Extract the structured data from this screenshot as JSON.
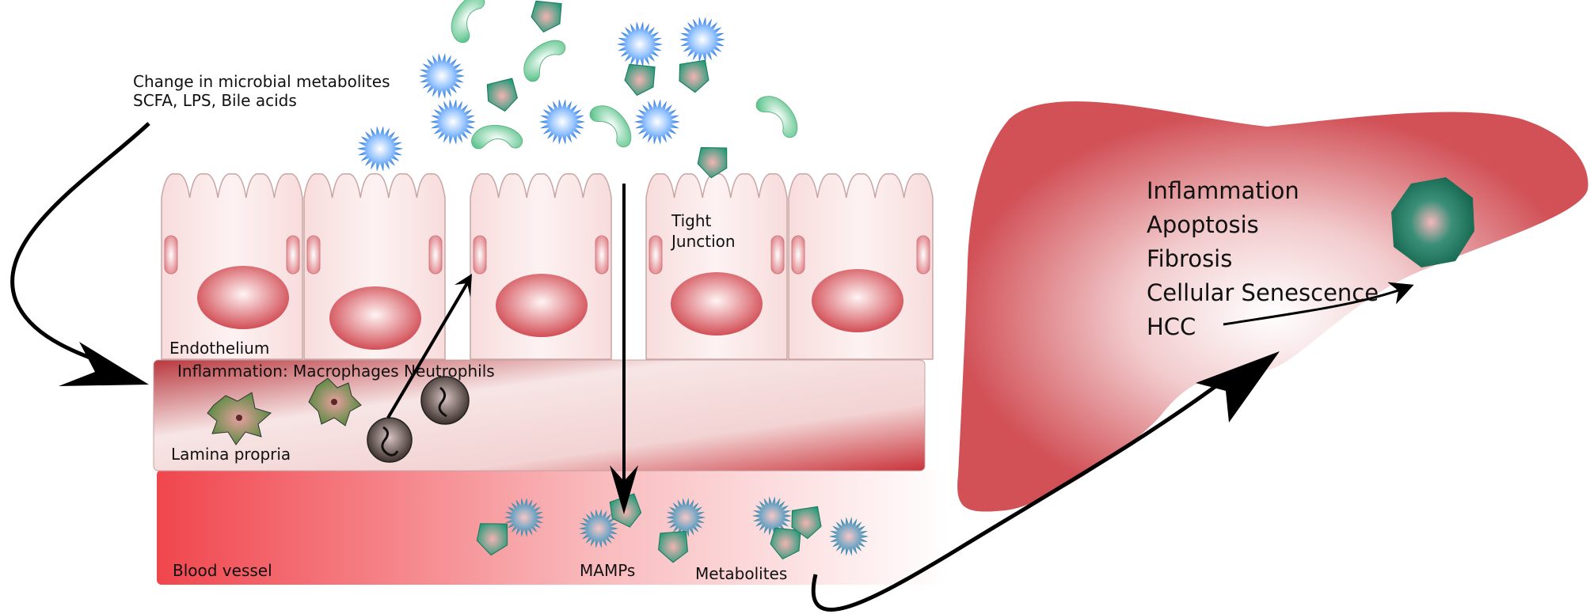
{
  "labels": {
    "microbial_change": {
      "line1": "Change in microbial metabolites",
      "line2": "SCFA, LPS, Bile acids"
    },
    "endothelium": "Endothelium",
    "tight_junction": {
      "line1": "Tight",
      "line2": "Junction"
    },
    "inflammation_cells": "Inflammation: Macrophages Neutrophils",
    "lamina_propria": "Lamina propria",
    "blood_vessel": "Blood vessel",
    "mamps": "MAMPs",
    "metabolites": "Metabolites"
  },
  "liver_outcomes": [
    "Inflammation",
    "Apoptosis",
    "Fibrosis",
    "Cellular Senescence",
    "HCC"
  ],
  "colors": {
    "cell_fill": "#fbe4e4",
    "cell_stroke": "#c89a9a",
    "nucleus": "#d9585f",
    "junction": "#e58a8f",
    "lamina_dark": "#b8383e",
    "blood_vessel": "#f0474d",
    "liver": "#d25a60",
    "hcc": "#1f7a63",
    "star_blue": "#2f7fe0",
    "bean_green": "#7fd1a4",
    "shield_teal": "#2ea583",
    "arrow": "#000000"
  },
  "icons": [
    "blue-star-microbe-icon",
    "green-bean-bacterium-icon",
    "teal-shield-metabolite-icon",
    "macrophage-icon",
    "neutrophil-icon",
    "liver-icon",
    "hcc-tumor-icon"
  ]
}
